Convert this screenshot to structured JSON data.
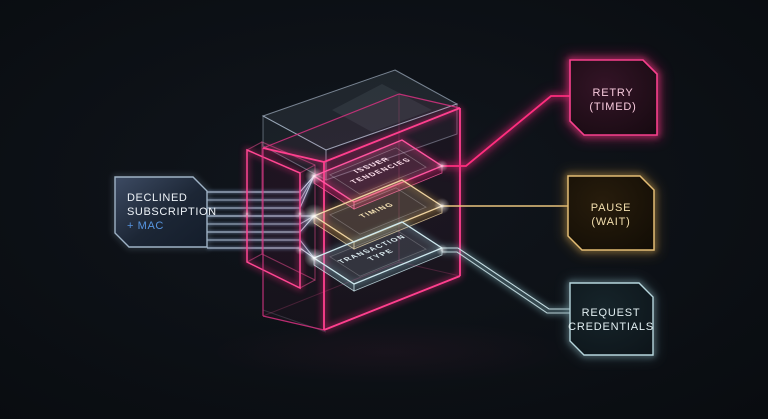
{
  "background_color": "#0b0e13",
  "input_node": {
    "line1": "DECLINED",
    "line2": "SUBSCRIPTION",
    "line3": "+ MAC",
    "border_color": "#9fb3c6",
    "mac_color": "#5795e0"
  },
  "layers": [
    {
      "name": "issuer-tendencies",
      "line1": "ISSUER",
      "line2": "TENDENCIES",
      "color": "#ff4f96",
      "label_color": "#ffe2ee"
    },
    {
      "name": "timing",
      "line1": "TIMING",
      "line2": "",
      "color": "#eed2a0",
      "label_color": "#f6e3b5"
    },
    {
      "name": "transaction-type",
      "line1": "TRANSACTION",
      "line2": "TYPE",
      "color": "#cfe9ef",
      "label_color": "#ddedf1"
    }
  ],
  "output_nodes": [
    {
      "name": "retry",
      "line1": "RETRY",
      "line2": "(TIMED)",
      "color": "#f8408d",
      "text_color": "#f8cadd"
    },
    {
      "name": "pause",
      "line1": "PAUSE",
      "line2": "(WAIT)",
      "color": "#e4bd74",
      "text_color": "#f3dfae"
    },
    {
      "name": "request-credentials",
      "line1": "REQUEST",
      "line2": "CREDENTIALS",
      "color": "#b6d6dd",
      "text_color": "#e2eff2"
    }
  ]
}
